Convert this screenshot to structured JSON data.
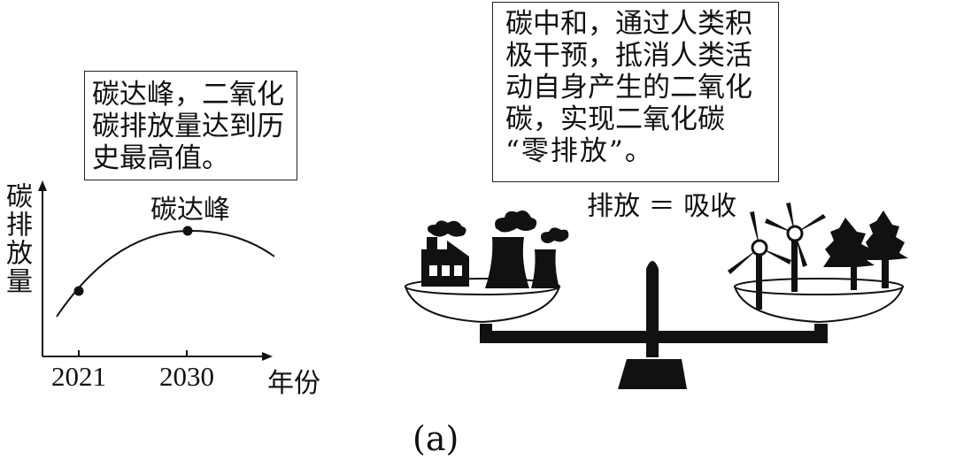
{
  "peak_box": {
    "lines": [
      "碳达峰，二氧化",
      "碳排放量达到历",
      "史最高值。"
    ]
  },
  "neutral_box": {
    "lines": [
      "碳中和，通过人类积",
      "极干预，抵消人类活",
      "动自身产生的二氧化",
      "碳，实现二氧化碳",
      "“零排放”。"
    ]
  },
  "graph": {
    "y_label": "碳排放量",
    "x_label": "年份",
    "peak_label": "碳达峰",
    "x_ticks": [
      "2021",
      "2030"
    ]
  },
  "balance": {
    "label": "排放 ＝ 吸收"
  },
  "caption": "(a)",
  "icons": {
    "left_pan": [
      "factory-icon",
      "smoke-icon",
      "cooling-tower-icon"
    ],
    "right_pan": [
      "wind-turbine-icon",
      "tree-icon"
    ]
  }
}
